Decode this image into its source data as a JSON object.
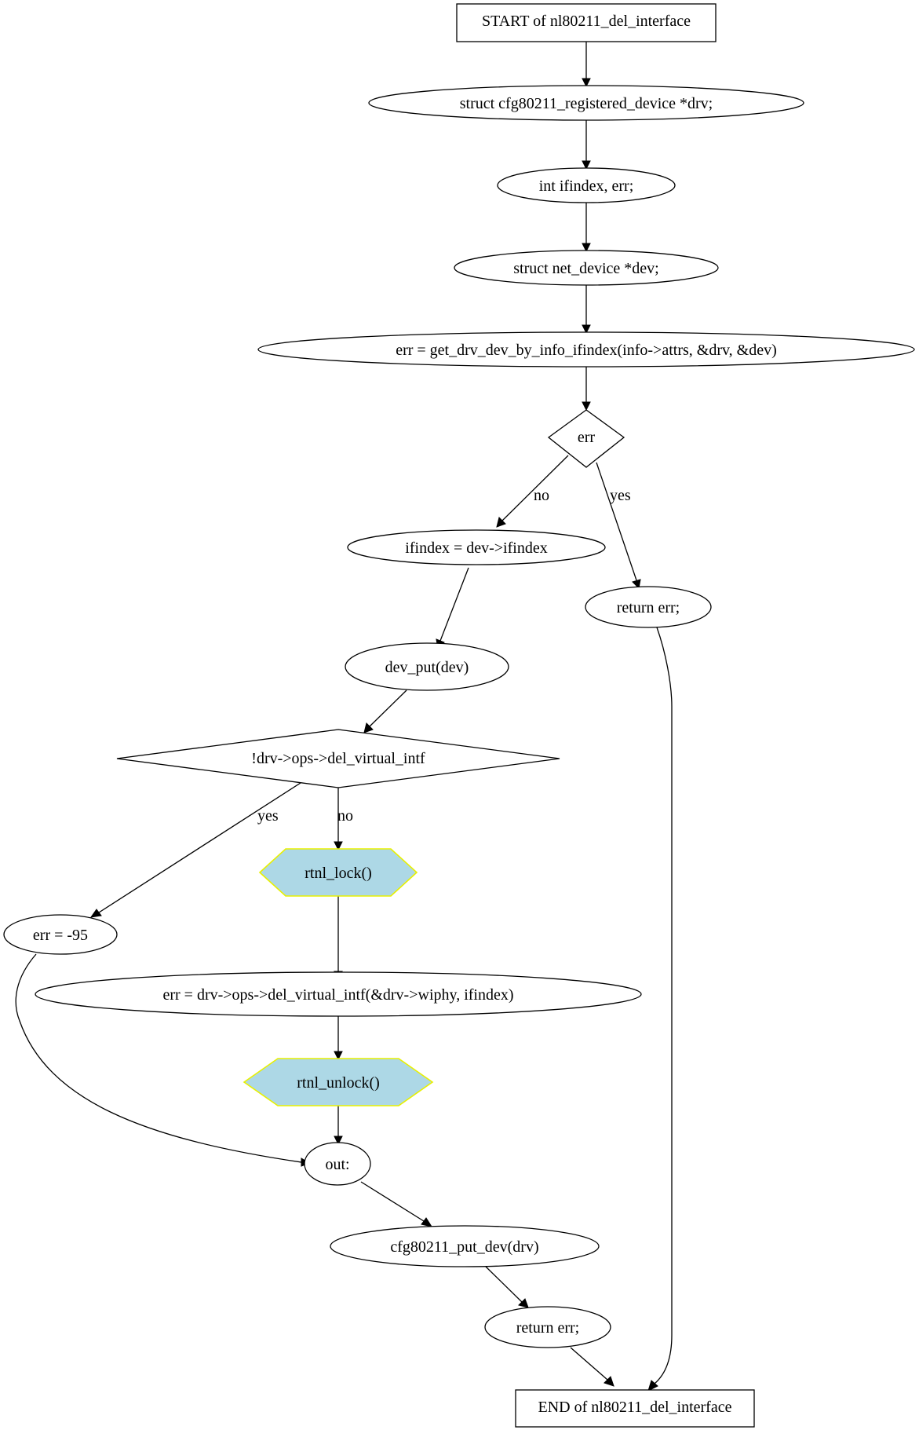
{
  "diagram": {
    "colors": {
      "stroke": "#000000",
      "fill": "#ffffff",
      "lock_fill": "#add8e6",
      "lock_stroke": "#e8f000"
    },
    "nodes": {
      "start": "START of nl80211_del_interface",
      "decl_drv": "struct cfg80211_registered_device *drv;",
      "decl_int": "int ifindex, err;",
      "decl_dev": "struct net_device *dev;",
      "get_dev": "err = get_drv_dev_by_info_ifindex(info->attrs, &drv, &dev)",
      "cond_err": "err",
      "ifindex_assign": "ifindex = dev->ifindex",
      "return_err_1": "return err;",
      "dev_put": "dev_put(dev)",
      "cond_del": "!drv->ops->del_virtual_intf",
      "rtnl_lock": "rtnl_lock()",
      "err_95": "err = -95",
      "del_call": "err = drv->ops->del_virtual_intf(&drv->wiphy, ifindex)",
      "rtnl_unlock": "rtnl_unlock()",
      "out": "out:",
      "put_dev": "cfg80211_put_dev(drv)",
      "return_err_2": "return err;",
      "end": "END of nl80211_del_interface"
    },
    "edge_labels": {
      "err_no": "no",
      "err_yes": "yes",
      "del_yes": "yes",
      "del_no": "no"
    }
  }
}
